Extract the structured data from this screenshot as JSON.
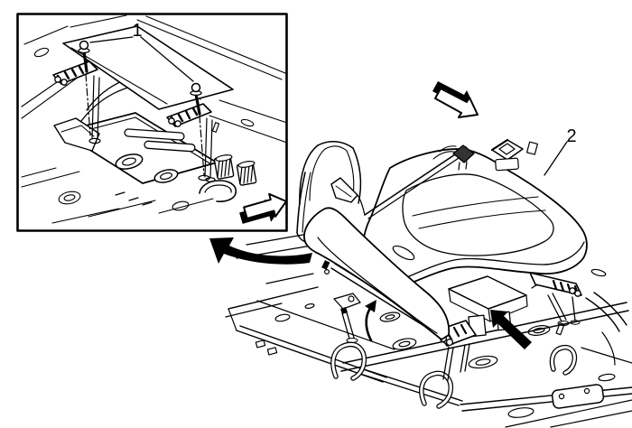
{
  "figure": {
    "background_color": "#ffffff",
    "line_color": "#000000",
    "callouts": [
      {
        "label": "1"
      },
      {
        "label": "2"
      }
    ],
    "arrows": {
      "inset_direction_arrow": "block-arrow-right-3d",
      "main_direction_arrow": "block-arrow-down-right-3d",
      "rotate_arrow": "curved-solid-arrow-up-left",
      "lift_arrow": "thin-curved-arrow-up",
      "engage_arrow": "solid-arrow-up-left"
    }
  }
}
